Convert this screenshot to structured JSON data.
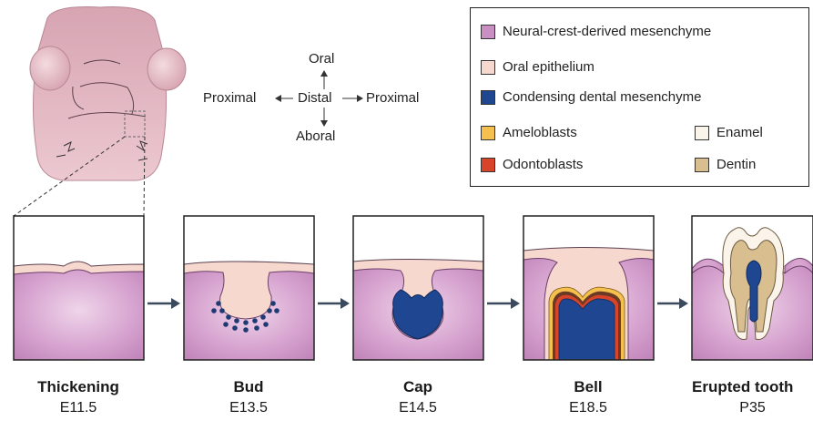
{
  "orientation": {
    "oral": "Oral",
    "aboral": "Aboral",
    "distal": "Distal",
    "proximal_left": "Proximal",
    "proximal_right": "Proximal"
  },
  "legend": {
    "items": [
      {
        "label": "Neural-crest-derived mesenchyme",
        "color": "#c98fc3"
      },
      {
        "label": "Oral epithelium",
        "color": "#f6d8cf"
      },
      {
        "label": "Condensing dental mesenchyme",
        "color": "#1f4690"
      },
      {
        "label": "Ameloblasts",
        "color": "#f5c04e"
      },
      {
        "label": "Odontoblasts",
        "color": "#d8442a"
      },
      {
        "label": "Enamel",
        "color": "#fbf4ea"
      },
      {
        "label": "Dentin",
        "color": "#d9bf8f"
      }
    ]
  },
  "stages": [
    {
      "name": "Thickening",
      "age": "E11.5"
    },
    {
      "name": "Bud",
      "age": "E13.5"
    },
    {
      "name": "Cap",
      "age": "E14.5"
    },
    {
      "name": "Bell",
      "age": "E18.5"
    },
    {
      "name": "Erupted tooth",
      "age": "P35"
    }
  ],
  "colors": {
    "mesenchyme": "#c98fc3",
    "epithelium": "#f6d8cf",
    "condensing": "#1f4690",
    "ameloblast": "#f5c04e",
    "odontoblast": "#d8442a",
    "enamel": "#fbf4ea",
    "dentin": "#d9bf8f",
    "arrow": "#3a4a5c",
    "head": "#e3b4bf"
  }
}
